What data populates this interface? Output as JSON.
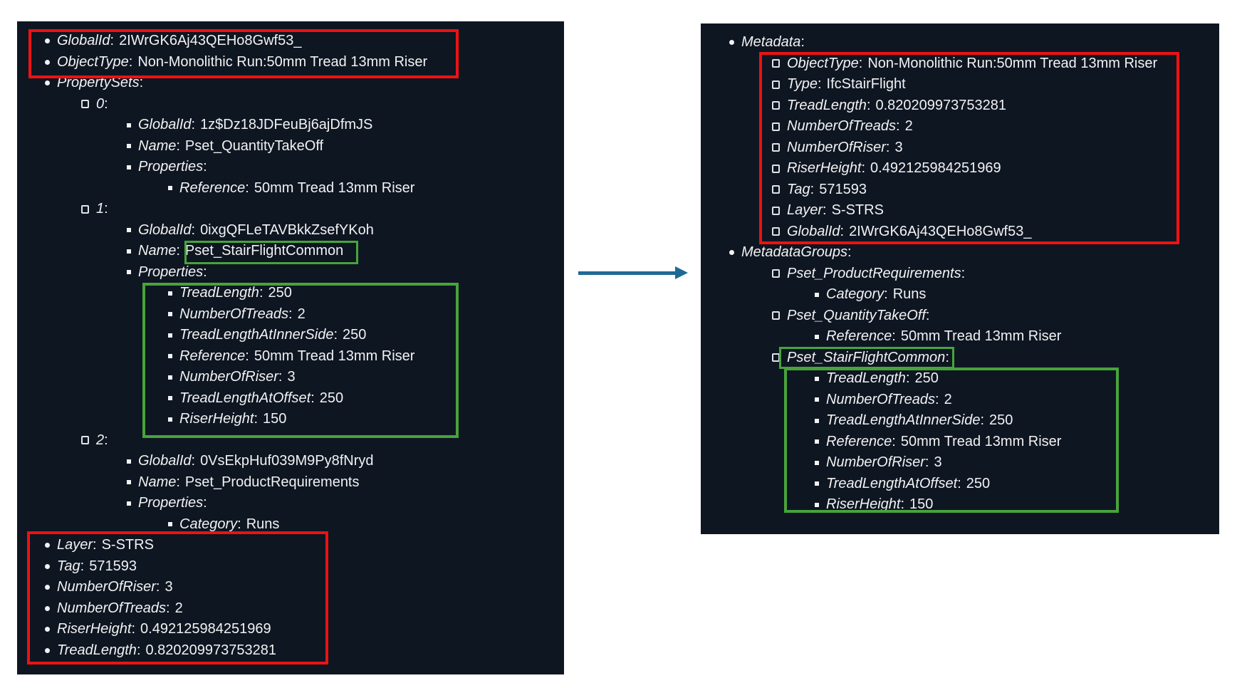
{
  "colors": {
    "canvas_bg": "#ffffff",
    "panel_bg": "#0e1622",
    "text": "#f2f2f2",
    "highlight_red": "#ed1212",
    "highlight_green": "#48a33b",
    "arrow_blue": "#1e6a95"
  },
  "arrow": {
    "name": "left-to-right-transform-arrow",
    "direction": "right"
  },
  "left_panel": {
    "lines": [
      {
        "lv": 1,
        "key": "GlobalId",
        "value": "2IWrGK6Aj43QEHo8Gwf53_"
      },
      {
        "lv": 1,
        "key": "ObjectType",
        "value": "Non-Monolithic Run:50mm Tread 13mm Riser"
      },
      {
        "lv": 1,
        "key": "PropertySets",
        "value": ""
      },
      {
        "lv": 2,
        "key": "0",
        "value": ""
      },
      {
        "lv": 3,
        "key": "GlobalId",
        "value": "1z$Dz18JDFeuBj6ajDfmJS"
      },
      {
        "lv": 3,
        "key": "Name",
        "value": "Pset_QuantityTakeOff"
      },
      {
        "lv": 3,
        "key": "Properties",
        "value": ""
      },
      {
        "lv": 4,
        "key": "Reference",
        "value": "50mm Tread 13mm Riser"
      },
      {
        "lv": 2,
        "key": "1",
        "value": ""
      },
      {
        "lv": 3,
        "key": "GlobalId",
        "value": "0ixgQFLeTAVBkkZsefYKoh"
      },
      {
        "lv": 3,
        "key": "Name",
        "value": "Pset_StairFlightCommon"
      },
      {
        "lv": 3,
        "key": "Properties",
        "value": ""
      },
      {
        "lv": 4,
        "key": "TreadLength",
        "value": "250"
      },
      {
        "lv": 4,
        "key": "NumberOfTreads",
        "value": "2"
      },
      {
        "lv": 4,
        "key": "TreadLengthAtInnerSide",
        "value": "250"
      },
      {
        "lv": 4,
        "key": "Reference",
        "value": "50mm Tread 13mm Riser"
      },
      {
        "lv": 4,
        "key": "NumberOfRiser",
        "value": "3"
      },
      {
        "lv": 4,
        "key": "TreadLengthAtOffset",
        "value": "250"
      },
      {
        "lv": 4,
        "key": "RiserHeight",
        "value": "150"
      },
      {
        "lv": 2,
        "key": "2",
        "value": ""
      },
      {
        "lv": 3,
        "key": "GlobalId",
        "value": "0VsEkpHuf039M9Py8fNryd"
      },
      {
        "lv": 3,
        "key": "Name",
        "value": "Pset_ProductRequirements"
      },
      {
        "lv": 3,
        "key": "Properties",
        "value": ""
      },
      {
        "lv": 4,
        "key": "Category",
        "value": "Runs"
      },
      {
        "lv": 1,
        "key": "Layer",
        "value": "S-STRS"
      },
      {
        "lv": 1,
        "key": "Tag",
        "value": "571593"
      },
      {
        "lv": 1,
        "key": "NumberOfRiser",
        "value": "3"
      },
      {
        "lv": 1,
        "key": "NumberOfTreads",
        "value": "2"
      },
      {
        "lv": 1,
        "key": "RiserHeight",
        "value": "0.492125984251969"
      },
      {
        "lv": 1,
        "key": "TreadLength",
        "value": "0.820209973753281"
      }
    ]
  },
  "right_panel": {
    "lines": [
      {
        "lv": 1,
        "key": "Metadata",
        "value": ""
      },
      {
        "lv": 2,
        "key": "ObjectType",
        "value": "Non-Monolithic Run:50mm Tread 13mm Riser"
      },
      {
        "lv": 2,
        "key": "Type",
        "value": "IfcStairFlight"
      },
      {
        "lv": 2,
        "key": "TreadLength",
        "value": "0.820209973753281"
      },
      {
        "lv": 2,
        "key": "NumberOfTreads",
        "value": "2"
      },
      {
        "lv": 2,
        "key": "NumberOfRiser",
        "value": "3"
      },
      {
        "lv": 2,
        "key": "RiserHeight",
        "value": "0.492125984251969"
      },
      {
        "lv": 2,
        "key": "Tag",
        "value": "571593"
      },
      {
        "lv": 2,
        "key": "Layer",
        "value": "S-STRS"
      },
      {
        "lv": 2,
        "key": "GlobalId",
        "value": "2IWrGK6Aj43QEHo8Gwf53_"
      },
      {
        "lv": 1,
        "key": "MetadataGroups",
        "value": ""
      },
      {
        "lv": 2,
        "key": "Pset_ProductRequirements",
        "value": ""
      },
      {
        "lv": 3,
        "key": "Category",
        "value": "Runs"
      },
      {
        "lv": 2,
        "key": "Pset_QuantityTakeOff",
        "value": ""
      },
      {
        "lv": 3,
        "key": "Reference",
        "value": "50mm Tread 13mm Riser"
      },
      {
        "lv": 2,
        "key": "Pset_StairFlightCommon",
        "value": ""
      },
      {
        "lv": 3,
        "key": "TreadLength",
        "value": "250"
      },
      {
        "lv": 3,
        "key": "NumberOfTreads",
        "value": "2"
      },
      {
        "lv": 3,
        "key": "TreadLengthAtInnerSide",
        "value": "250"
      },
      {
        "lv": 3,
        "key": "Reference",
        "value": "50mm Tread 13mm Riser"
      },
      {
        "lv": 3,
        "key": "NumberOfRiser",
        "value": "3"
      },
      {
        "lv": 3,
        "key": "TreadLengthAtOffset",
        "value": "250"
      },
      {
        "lv": 3,
        "key": "RiserHeight",
        "value": "150"
      }
    ]
  },
  "annotations": [
    {
      "name": "left-red-box-identity",
      "color": "red",
      "highlights": "GlobalId and ObjectType lines"
    },
    {
      "name": "left-green-box-pset-name",
      "color": "green",
      "highlights": "Pset_StairFlightCommon name value"
    },
    {
      "name": "left-green-box-properties",
      "color": "green",
      "highlights": "Pset_StairFlightCommon properties list"
    },
    {
      "name": "left-red-box-attributes",
      "color": "red",
      "highlights": "Layer, Tag, NumberOfRiser, NumberOfTreads, RiserHeight, TreadLength lines"
    },
    {
      "name": "right-red-box-metadata",
      "color": "red",
      "highlights": "flattened Metadata attributes"
    },
    {
      "name": "right-green-box-pset-name",
      "color": "green",
      "highlights": "Pset_StairFlightCommon group key"
    },
    {
      "name": "right-green-box-properties",
      "color": "green",
      "highlights": "Pset_StairFlightCommon group properties"
    }
  ]
}
